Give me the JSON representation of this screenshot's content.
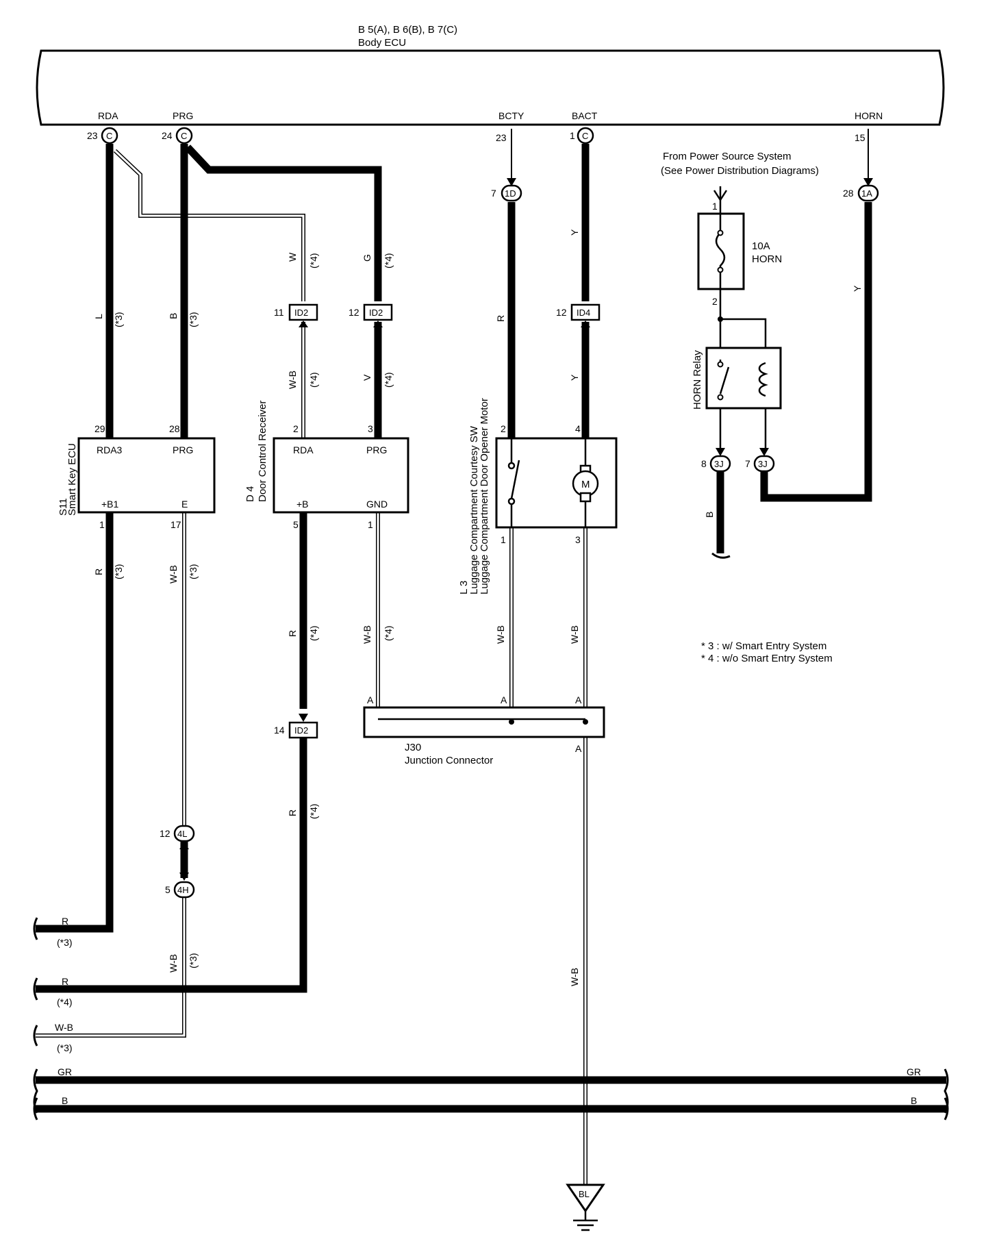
{
  "title": {
    "connectors": "B 5(A), B 6(B), B 7(C)",
    "name": "Body ECU"
  },
  "ecu_terminals": {
    "rda": "RDA",
    "prg": "PRG",
    "bcty": "BCTY",
    "bact": "BACT",
    "horn": "HORN"
  },
  "ecu_pins": {
    "rda": "23",
    "prg": "24",
    "bcty": "23",
    "bact": "1",
    "horn": "15",
    "conn_c": "C"
  },
  "power_source": {
    "line1": "From Power Source System",
    "line2": "(See Power Distribution Diagrams)"
  },
  "fuse": {
    "rating": "10A",
    "name": "HORN",
    "pin_in": "1",
    "pin_out": "2"
  },
  "horn_relay": {
    "name": "HORN Relay"
  },
  "connectors": {
    "c1D": {
      "pin": "7",
      "name": "1D"
    },
    "c1A": {
      "pin": "28",
      "name": "1A"
    },
    "id2_w": {
      "pin": "11",
      "name": "ID2"
    },
    "id2_g": {
      "pin": "12",
      "name": "ID2"
    },
    "id4": {
      "pin": "12",
      "name": "ID4"
    },
    "id2_r": {
      "pin": "14",
      "name": "ID2"
    },
    "c4L": {
      "pin": "12",
      "name": "4L"
    },
    "c4H": {
      "pin": "5",
      "name": "4H"
    },
    "c3J_8": {
      "pin": "8",
      "name": "3J"
    },
    "c3J_7": {
      "pin": "7",
      "name": "3J"
    }
  },
  "smart_key_ecu": {
    "id": "S11",
    "name": "Smart Key ECU",
    "t_rda3": "RDA3",
    "t_prg": "PRG",
    "t_b1": "+B1",
    "t_e": "E",
    "p_rda3": "29",
    "p_prg": "28",
    "p_b1": "1",
    "p_e": "17"
  },
  "door_receiver": {
    "id": "D 4",
    "name": "Door Control Receiver",
    "t_rda": "RDA",
    "t_prg": "PRG",
    "t_b": "+B",
    "t_gnd": "GND",
    "p_rda": "2",
    "p_prg": "3",
    "p_b": "5",
    "p_gnd": "1"
  },
  "luggage": {
    "id": "L 3",
    "name1": "Luggage Compartment Courtesy SW",
    "name2": "Luggage Compartment Door Opener Motor",
    "p_sw_top": "2",
    "p_m_top": "4",
    "p_sw_bot": "1",
    "p_m_bot": "3",
    "motor": "M"
  },
  "junction": {
    "id": "J30",
    "name": "Junction Connector",
    "pin_a": "A"
  },
  "ground": {
    "name": "BL"
  },
  "wire_colors": {
    "L": "L",
    "B": "B",
    "W": "W",
    "G": "G",
    "R": "R",
    "Y": "Y",
    "WB": "W-B",
    "V": "V",
    "GR": "GR"
  },
  "notes": {
    "n3": "(*3)",
    "n4": "(*4)",
    "legend3": "* 3 : w/ Smart Entry System",
    "legend4": "* 4 : w/o Smart Entry System"
  }
}
